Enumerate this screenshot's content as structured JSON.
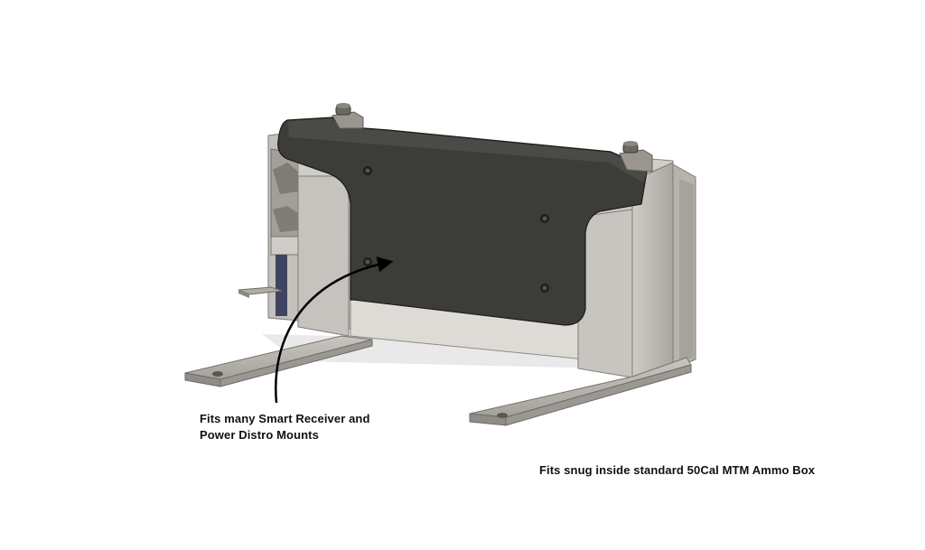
{
  "annotations": {
    "mounts_line1": "Fits many Smart Receiver and",
    "mounts_line2": "Power Distro Mounts",
    "ammo_box": "Fits snug inside standard 50Cal MTM Ammo Box"
  },
  "colors": {
    "background": "#ffffff",
    "plate": "#3c3d39",
    "bracket": "#bdb9b3",
    "bracket_dark": "#8f8b86",
    "arrow": "#000000"
  }
}
